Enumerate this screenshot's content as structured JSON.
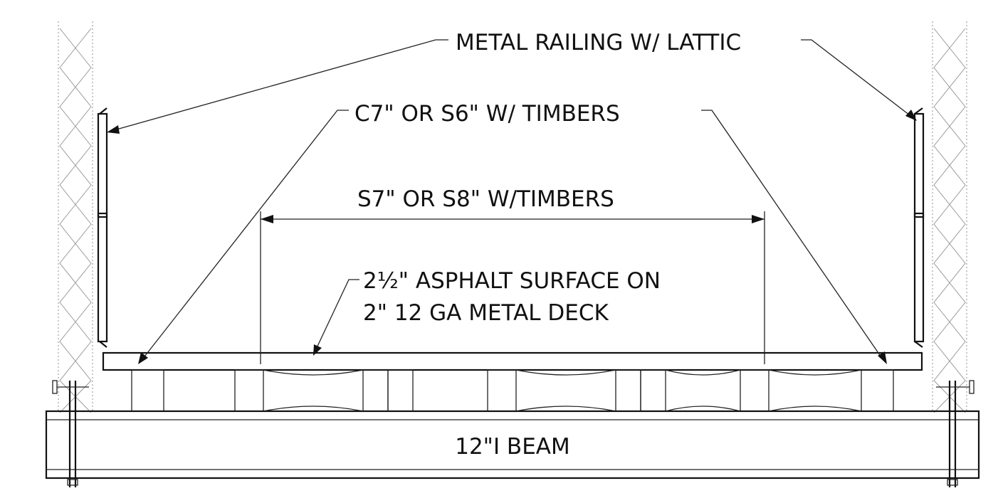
{
  "labels": {
    "railing": "METAL RAILING W/ LATTIC",
    "channel": "C7\" OR S6\" W/ TIMBERS",
    "stringer": "S7\" OR S8\" W/TIMBERS",
    "deck_line1": "2½\" ASPHALT SURFACE ON",
    "deck_line2": "2\" 12 GA METAL DECK",
    "beam": "12\"I BEAM"
  },
  "colors": {
    "ink": "#111111",
    "truss": "#9a9a9a",
    "background": "#ffffff"
  }
}
